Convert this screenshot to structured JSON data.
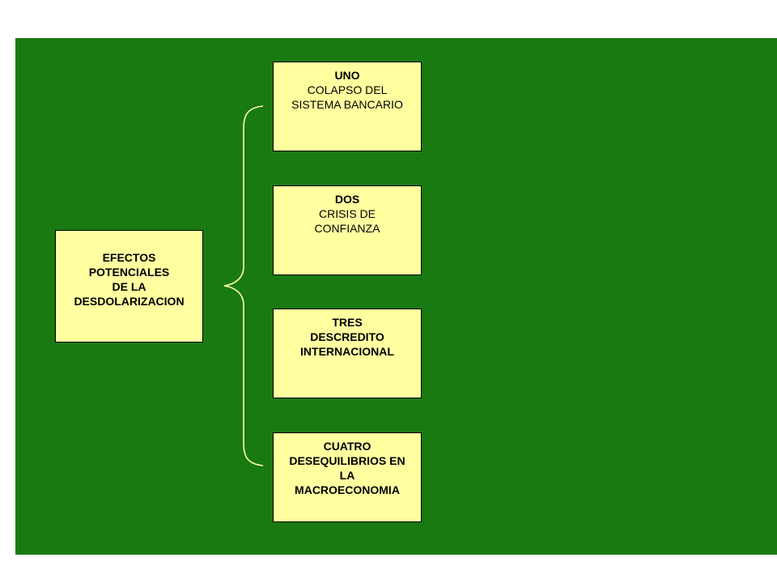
{
  "diagram": {
    "main": {
      "lines": [
        "EFECTOS",
        "POTENCIALES",
        "DE LA",
        "DESDOLARIZACION"
      ]
    },
    "effects": [
      {
        "heading": "UNO",
        "lines": [
          "COLAPSO DEL",
          "SISTEMA BANCARIO"
        ],
        "bold": false
      },
      {
        "heading": "DOS",
        "lines": [
          "CRISIS DE",
          "CONFIANZA"
        ],
        "bold": false
      },
      {
        "heading": "TRES",
        "lines": [
          "DESCREDITO",
          "INTERNACIONAL"
        ],
        "bold": true
      },
      {
        "heading": "CUATRO",
        "lines": [
          "DESEQUILIBRIOS EN",
          "LA",
          "MACROECONOMIA"
        ],
        "bold": true
      }
    ]
  },
  "colors": {
    "background": "#1a7a12",
    "box_fill": "#ffffa0",
    "brace": "#ffffa0"
  }
}
